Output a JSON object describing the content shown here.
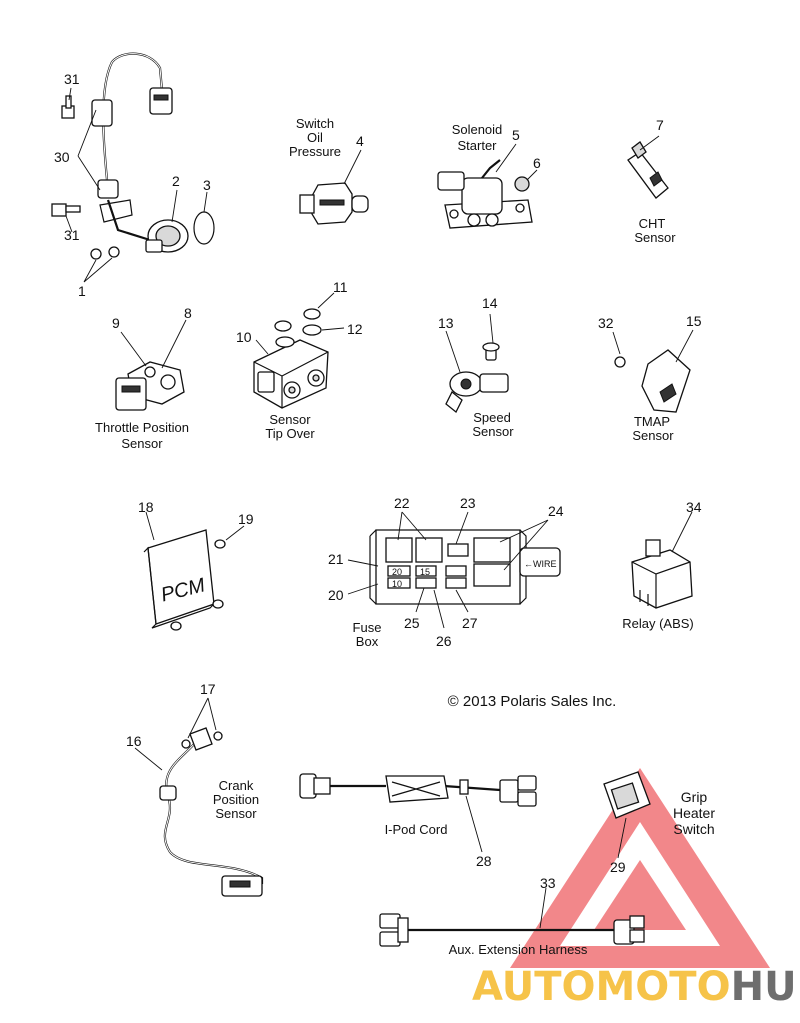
{
  "copyright": "© 2013 Polaris Sales Inc.",
  "parts": {
    "p1": "1",
    "p2": "2",
    "p3": "3",
    "p4": "4",
    "p5": "5",
    "p6": "6",
    "p7": "7",
    "p8": "8",
    "p9": "9",
    "p10": "10",
    "p11": "11",
    "p12": "12",
    "p13": "13",
    "p14": "14",
    "p15": "15",
    "p16": "16",
    "p17": "17",
    "p18": "18",
    "p19": "19",
    "p20": "20",
    "p21": "21",
    "p22": "22",
    "p23": "23",
    "p24": "24",
    "p25": "25",
    "p26": "26",
    "p27": "27",
    "p28": "28",
    "p29": "29",
    "p30": "30",
    "p31a": "31",
    "p31b": "31",
    "p32": "32",
    "p33": "33",
    "p34": "34"
  },
  "captions": {
    "oil_switch": [
      "Switch",
      "Oil",
      "Pressure"
    ],
    "solenoid": [
      "Solenoid",
      "Starter"
    ],
    "cht": [
      "CHT",
      "Sensor"
    ],
    "throttle": [
      "Throttle Position",
      "Sensor"
    ],
    "tip_over": [
      "Sensor",
      "Tip Over"
    ],
    "speed": [
      "Speed",
      "Sensor"
    ],
    "tmap": [
      "TMAP",
      "Sensor"
    ],
    "fuse_box": [
      "Fuse",
      "Box"
    ],
    "relay": "Relay (ABS)",
    "crank": [
      "Crank",
      "Position",
      "Sensor"
    ],
    "ipod": "I-Pod Cord",
    "grip": [
      "Grip",
      "Heater",
      "Switch"
    ],
    "aux": "Aux. Extension Harness"
  },
  "pcm_label": "PCM",
  "fuse_marks": {
    "f20": "20",
    "f10": "10",
    "f15": "15",
    "wire_tag": "←WIRE"
  },
  "watermark": {
    "part1": "AUTOMOTO",
    "part2": "HUB",
    "color1": "#f5b92a",
    "color2": "#555555",
    "logo_color": "#e8262c"
  }
}
